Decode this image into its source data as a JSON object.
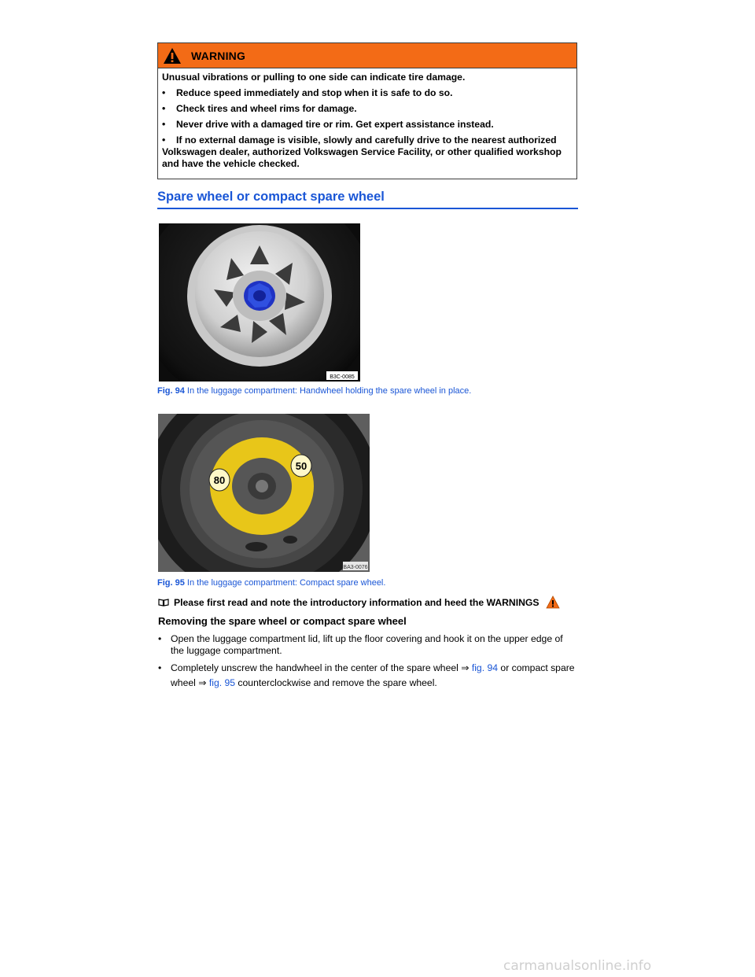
{
  "warning": {
    "title": "WARNING",
    "intro": "Unusual vibrations or pulling to one side can indicate tire damage.",
    "items": [
      "Reduce speed immediately and stop when it is safe to do so.",
      "Check tires and wheel rims for damage.",
      "Never drive with a damaged tire or rim. Get expert assistance instead.",
      "If no external damage is visible, slowly and carefully drive to the nearest authorized Volkswagen dealer, authorized Volkswagen Service Facility, or other qualified workshop and have the vehicle checked."
    ],
    "colors": {
      "header": "#f36b16"
    }
  },
  "section": {
    "title": "Spare wheel or compact spare wheel"
  },
  "figures": [
    {
      "code": "B3C-0085",
      "label": "Fig. 94",
      "caption": "In the luggage compartment: Handwheel holding the spare wheel in place."
    },
    {
      "code": "BA3-0076",
      "label": "Fig. 95",
      "caption": "In the luggage compartment: Compact spare wheel.",
      "sticker_speeds": [
        "80",
        "50"
      ]
    }
  ],
  "note": {
    "icon": "book-icon",
    "text": "Please first read and note the introductory information and heed the WARNINGS"
  },
  "procedure": {
    "title": "Removing the spare wheel or compact spare wheel",
    "steps": [
      {
        "text": "Open the luggage compartment lid, lift up the floor covering and hook it on the upper edge of the luggage compartment."
      },
      {
        "pre": "Completely unscrew the handwheel in the center of the spare wheel ⇒",
        "link1": "fig. 94",
        "mid": " or compact spare wheel ⇒",
        "link2": "fig. 95",
        "post": " counterclockwise and remove the spare wheel."
      }
    ]
  },
  "watermark": "carmanualsonline.info",
  "accent_color": "#1a56d6"
}
